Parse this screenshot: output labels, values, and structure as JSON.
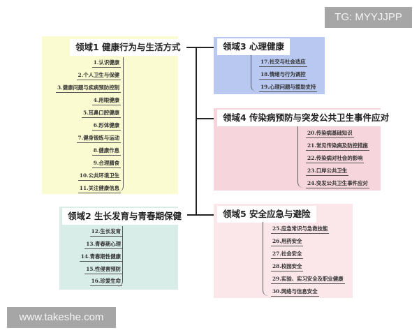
{
  "domain1": {
    "title": "领域1 健康行为与生活方式",
    "color": "#fbfbd2",
    "items": [
      "1.认识健康",
      "2.个人卫生与保健",
      "3.健康问题与疾病预防控制",
      "4.用眼健康",
      "5.耳鼻口腔健康",
      "6.形体健康",
      "7.健身锻炼与运动",
      "8.健康作息",
      "9.合理膳食",
      "10.公共环境卫生",
      "11.关注健康信息"
    ]
  },
  "domain2": {
    "title": "领域2 生长发育与青春期保健",
    "color": "#d8ece8",
    "items": [
      "12.生长发育",
      "13.青春期心理",
      "14.青春期性健康",
      "15.性侵害预防",
      "16.珍爱生命"
    ]
  },
  "domain3": {
    "title": "领域3 心理健康",
    "color": "#b8c8f0",
    "items": [
      "17.社交与社会适应",
      "18.情绪与行为调控",
      "19.心理问题与援助支持"
    ]
  },
  "domain4": {
    "title": "领域4 传染病预防与突发公共卫生事件应对",
    "color": "#f6d6dc",
    "items": [
      "20.传染病基础知识",
      "21.常见传染病及防控措施",
      "22.传染病对社会的影响",
      "23.口岸公共卫生",
      "24.突发公共卫生事件应对"
    ]
  },
  "domain5": {
    "title": "领域5 安全应急与避险",
    "color": "#fbe6ea",
    "items": [
      "25.应急常识与急救技能",
      "26.用药安全",
      "27.社会安全",
      "28.校园安全",
      "29.实验、实习安全及职业健康",
      "30.网络与信息安全"
    ]
  },
  "watermarks": {
    "top_right": "TG: MYYJJPP",
    "bottom_left": "www.takeshe.com"
  }
}
